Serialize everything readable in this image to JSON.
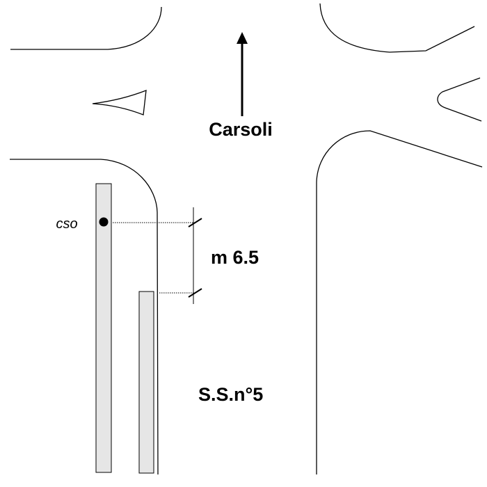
{
  "direction_label": "Carsoli",
  "station_label": "CSO",
  "distance_label": "m 6.5",
  "road_label": "S.S.n°5",
  "colors": {
    "line": "#000000",
    "strip_fill": "#e6e6e6"
  }
}
